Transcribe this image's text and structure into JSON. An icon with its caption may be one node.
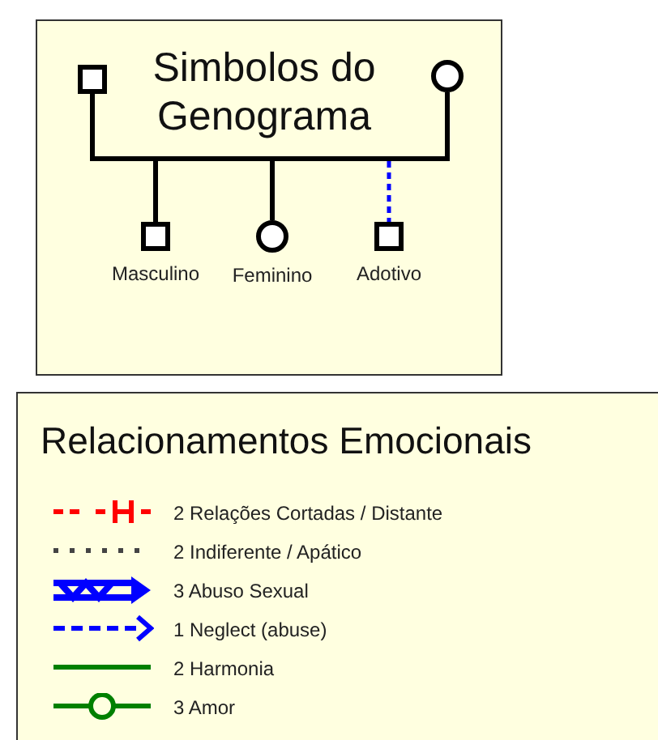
{
  "diagram": {
    "nodes": [
      {
        "text": [
          "Simbolos do Genograma"
        ]
      },
      {
        "text": [],
        "shape": "box",
        "in": 0
      },
      {
        "text": [],
        "shape": "circle",
        "in": 0
      },
      {
        "text": [],
        "shape": "box",
        "in": 0,
        "beside": [
          "Masculino"
        ]
      },
      {
        "text": [],
        "shape": "circle",
        "in": 0,
        "beside": [
          "Feminino"
        ]
      },
      {
        "text": [],
        "shape": "box",
        "in": 0,
        "beside": [
          "Adotivo"
        ]
      }
    ],
    "edges": [
      {
        "from": 1,
        "to": 2,
        "arrow": "none"
      },
      {
        "from": null,
        "to": 3,
        "arrow": "none"
      },
      {
        "from": null,
        "to": 4,
        "arrow": "none"
      },
      {
        "from": null,
        "to": 5,
        "arrow": "none",
        "style": "dashed",
        "color": "#0000ff"
      }
    ],
    "labels": [
      "Relacionamentos Emocionais"
    ],
    "legend": [
      {
        "text": "2 Relações Cortadas / Distante"
      },
      {
        "text": "2 Indiferente / Apático"
      },
      {
        "text": "3 Abuso Sexual"
      },
      {
        "text": "1 Neglect (abuse)"
      },
      {
        "text": "2 Harmonia"
      },
      {
        "text": "3 Amor"
      }
    ]
  }
}
